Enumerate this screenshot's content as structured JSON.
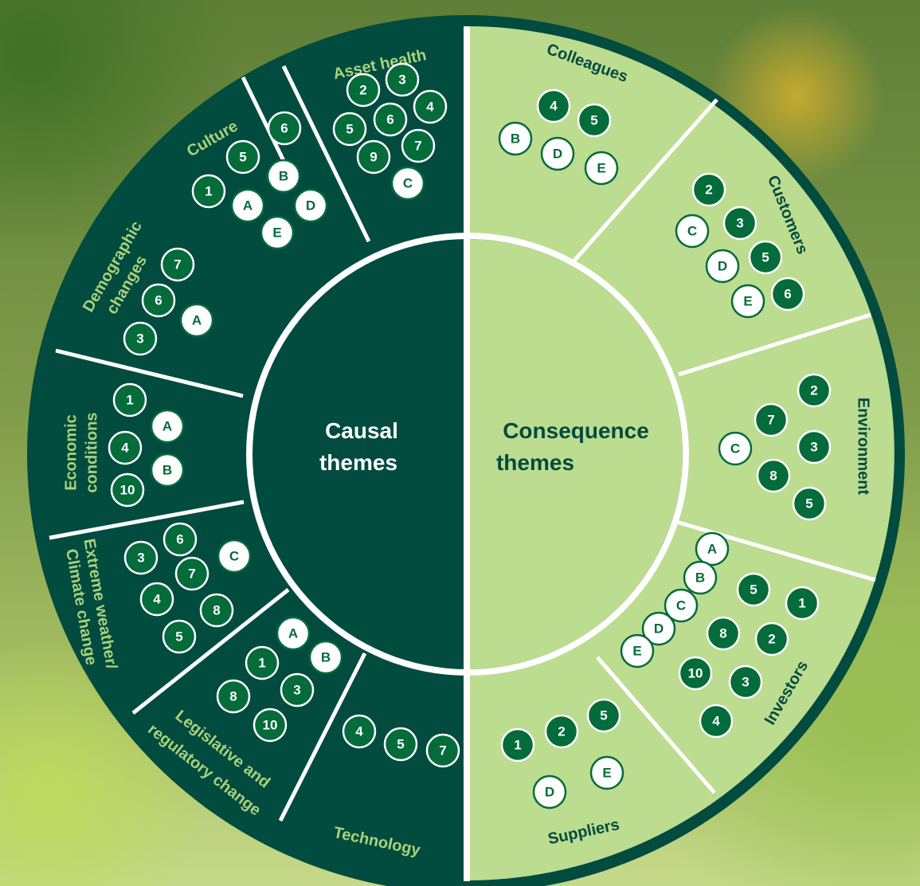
{
  "colors": {
    "dark": "#024b3f",
    "light": "#bcdc90",
    "badge_fill": "#046b3a",
    "label_on_dark": "#a9d27c",
    "label_on_light": "#024b3f",
    "divider": "#ffffff"
  },
  "center": {
    "left_line1": "Causal",
    "left_line2": "themes",
    "right_line1": "Consequence",
    "right_line2": "themes"
  },
  "segments": [
    {
      "label_lines": [
        "Asset health"
      ],
      "side": "causal"
    },
    {
      "label_lines": [
        "Culture"
      ],
      "side": "causal"
    },
    {
      "label_lines": [
        "Demographic",
        "changes"
      ],
      "side": "causal"
    },
    {
      "label_lines": [
        "Economic",
        "conditions"
      ],
      "side": "causal"
    },
    {
      "label_lines": [
        "Extreme weather/",
        "Climate change"
      ],
      "side": "causal"
    },
    {
      "label_lines": [
        "Legislative and",
        "regulatory change"
      ],
      "side": "causal"
    },
    {
      "label_lines": [
        "Technology"
      ],
      "side": "causal"
    },
    {
      "label_lines": [
        "Colleagues"
      ],
      "side": "consequence"
    },
    {
      "label_lines": [
        "Customers"
      ],
      "side": "consequence"
    },
    {
      "label_lines": [
        "Environment"
      ],
      "side": "consequence"
    },
    {
      "label_lines": [
        "Investors"
      ],
      "side": "consequence"
    },
    {
      "label_lines": [
        "Suppliers"
      ],
      "side": "consequence"
    }
  ],
  "badges": [
    {
      "text": "2",
      "style": "filled"
    },
    {
      "text": "3",
      "style": "filled"
    },
    {
      "text": "4",
      "style": "filled"
    },
    {
      "text": "5",
      "style": "filled"
    },
    {
      "text": "6",
      "style": "filled"
    },
    {
      "text": "7",
      "style": "filled"
    },
    {
      "text": "9",
      "style": "filled"
    },
    {
      "text": "C",
      "style": "outline"
    },
    {
      "text": "6",
      "style": "filled"
    },
    {
      "text": "5",
      "style": "filled"
    },
    {
      "text": "B",
      "style": "outline"
    },
    {
      "text": "1",
      "style": "filled"
    },
    {
      "text": "A",
      "style": "outline"
    },
    {
      "text": "D",
      "style": "outline"
    },
    {
      "text": "E",
      "style": "outline"
    },
    {
      "text": "7",
      "style": "filled"
    },
    {
      "text": "6",
      "style": "filled"
    },
    {
      "text": "A",
      "style": "outline"
    },
    {
      "text": "3",
      "style": "filled"
    },
    {
      "text": "1",
      "style": "filled"
    },
    {
      "text": "A",
      "style": "outline"
    },
    {
      "text": "4",
      "style": "filled"
    },
    {
      "text": "B",
      "style": "outline"
    },
    {
      "text": "10",
      "style": "filled"
    },
    {
      "text": "6",
      "style": "filled"
    },
    {
      "text": "3",
      "style": "filled"
    },
    {
      "text": "C",
      "style": "outline"
    },
    {
      "text": "7",
      "style": "filled"
    },
    {
      "text": "4",
      "style": "filled"
    },
    {
      "text": "8",
      "style": "filled"
    },
    {
      "text": "5",
      "style": "filled"
    },
    {
      "text": "A",
      "style": "outline"
    },
    {
      "text": "B",
      "style": "outline"
    },
    {
      "text": "1",
      "style": "filled"
    },
    {
      "text": "3",
      "style": "filled"
    },
    {
      "text": "8",
      "style": "filled"
    },
    {
      "text": "10",
      "style": "filled"
    },
    {
      "text": "4",
      "style": "filled"
    },
    {
      "text": "5",
      "style": "filled"
    },
    {
      "text": "7",
      "style": "filled"
    },
    {
      "text": "4",
      "style": "filled"
    },
    {
      "text": "5",
      "style": "filled"
    },
    {
      "text": "B",
      "style": "outline"
    },
    {
      "text": "D",
      "style": "outline"
    },
    {
      "text": "E",
      "style": "outline"
    },
    {
      "text": "2",
      "style": "filled"
    },
    {
      "text": "C",
      "style": "outline"
    },
    {
      "text": "3",
      "style": "filled"
    },
    {
      "text": "D",
      "style": "outline"
    },
    {
      "text": "5",
      "style": "filled"
    },
    {
      "text": "E",
      "style": "outline"
    },
    {
      "text": "6",
      "style": "filled"
    },
    {
      "text": "2",
      "style": "filled"
    },
    {
      "text": "7",
      "style": "filled"
    },
    {
      "text": "C",
      "style": "outline"
    },
    {
      "text": "3",
      "style": "filled"
    },
    {
      "text": "8",
      "style": "filled"
    },
    {
      "text": "5",
      "style": "filled"
    },
    {
      "text": "A",
      "style": "outline"
    },
    {
      "text": "B",
      "style": "outline"
    },
    {
      "text": "C",
      "style": "outline"
    },
    {
      "text": "D",
      "style": "outline"
    },
    {
      "text": "E",
      "style": "outline"
    },
    {
      "text": "5",
      "style": "filled"
    },
    {
      "text": "1",
      "style": "filled"
    },
    {
      "text": "8",
      "style": "filled"
    },
    {
      "text": "2",
      "style": "filled"
    },
    {
      "text": "10",
      "style": "filled"
    },
    {
      "text": "3",
      "style": "filled"
    },
    {
      "text": "4",
      "style": "filled"
    },
    {
      "text": "5",
      "style": "filled"
    },
    {
      "text": "1",
      "style": "filled"
    },
    {
      "text": "2",
      "style": "filled"
    },
    {
      "text": "E",
      "style": "outline"
    },
    {
      "text": "D",
      "style": "outline"
    }
  ]
}
